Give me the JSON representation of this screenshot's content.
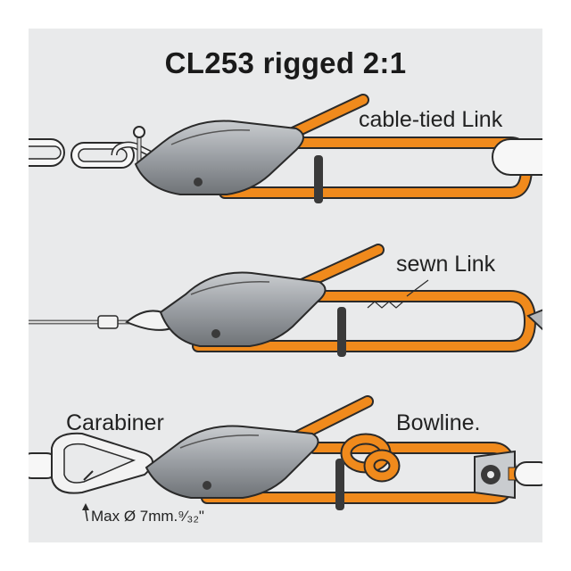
{
  "title": "CL253 rigged 2:1",
  "labels": {
    "cable_tied": "cable-tied Link",
    "sewn": "sewn Link",
    "carabiner": "Carabiner",
    "bowline": "Bowline.",
    "max_diameter": "Max Ø 7mm.⁹⁄₃₂\""
  },
  "colors": {
    "background": "#e9eaeb",
    "link_orange": "#f08a1c",
    "cleat_gray": "#9a9ea3",
    "chain_white": "#f7f7f7",
    "outline": "#2a2a2a"
  },
  "icons": [
    "shackle-icon",
    "chain-link-icon",
    "wire-rope-icon",
    "thimble-icon",
    "carabiner-icon",
    "cable-tie-icon",
    "pulley-icon",
    "clam-cleat-icon"
  ]
}
